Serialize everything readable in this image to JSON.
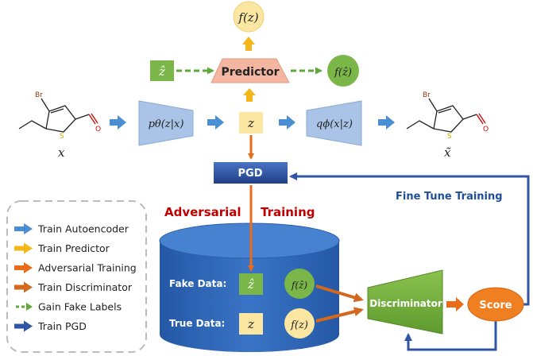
{
  "colors": {
    "autoencoder_blue": "#4a8fd4",
    "predictor_yellow": "#f5b61a",
    "adversarial_orange": "#e86c1a",
    "discriminator_brown": "#d2691e",
    "fake_label_green": "#5fa83a",
    "pgd_blue": "#2f55a4",
    "red_text": "#c00000",
    "navy_text": "#1f4e9b",
    "node_yellow_fill": "#fbe6a2",
    "node_green_fill": "#7ab648",
    "predictor_fill": "#f4b6a0",
    "trapezoid_fill": "#a9c4e6",
    "score_fill": "#f07f22",
    "cylinder_fill": "#2b63b0"
  },
  "nodes": {
    "f_z_top": "f(z)",
    "z_hat_left": "ẑ",
    "predictor": "Predictor",
    "f_z_hat_right": "f(ẑ)",
    "x_label": "x",
    "encoder": "pθ(z|x)",
    "z_center": "z",
    "decoder": "qϕ(x|z)",
    "x_tilde_label": "x̃",
    "pgd": "PGD",
    "adversarial": "Adversarial",
    "training": "Training",
    "fine_tune": "Fine Tune Training",
    "fake_data": "Fake Data:",
    "fake_z_hat": "ẑ",
    "fake_f_z_hat": "f(ẑ)",
    "true_data": "True Data:",
    "true_z": "z",
    "true_f_z": "f(z)",
    "discriminator": "Discriminator",
    "score": "Score"
  },
  "molecule": {
    "br_label": "Br",
    "s_label": "S",
    "o_label": "O"
  },
  "legend": {
    "items": [
      {
        "label": "Train Autoencoder",
        "arrow": "blue"
      },
      {
        "label": "Train Predictor",
        "arrow": "yellow"
      },
      {
        "label": "Adversarial Training",
        "arrow": "orange"
      },
      {
        "label": "Train Discriminator",
        "arrow": "brown"
      },
      {
        "label": "Gain Fake Labels",
        "arrow": "green-dashed"
      },
      {
        "label": "Train PGD",
        "arrow": "navy"
      }
    ]
  }
}
